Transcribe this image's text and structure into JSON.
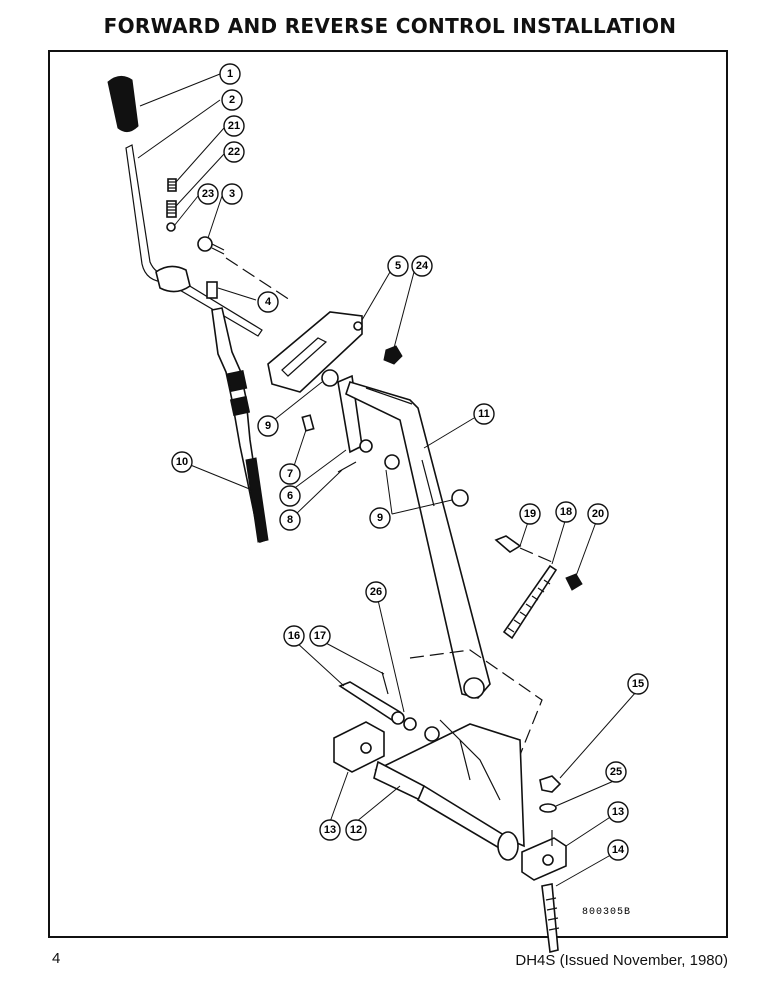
{
  "title": "FORWARD AND REVERSE CONTROL INSTALLATION",
  "figure_code": "800305B",
  "page_number": "4",
  "document_ref": "DH4S (Issued November, 1980)",
  "callouts": [
    "1",
    "2",
    "21",
    "22",
    "23",
    "3",
    "4",
    "5",
    "24",
    "9",
    "11",
    "10",
    "7",
    "6",
    "8",
    "9",
    "19",
    "18",
    "20",
    "26",
    "16",
    "17",
    "15",
    "25",
    "13",
    "13",
    "12",
    "14"
  ]
}
